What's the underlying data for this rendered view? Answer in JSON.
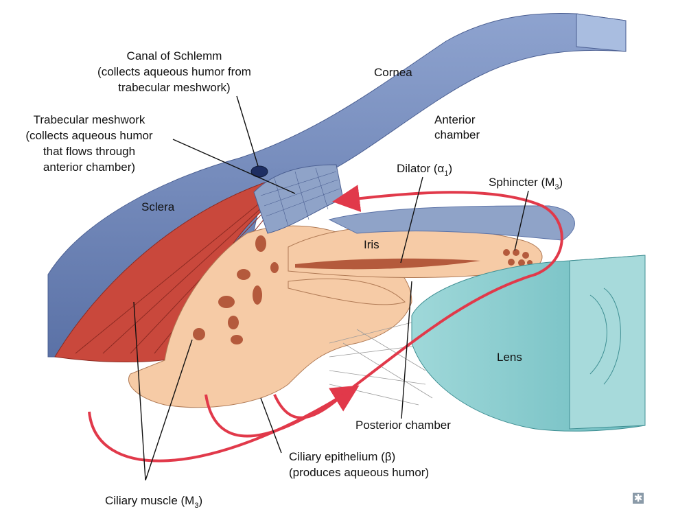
{
  "labels": {
    "canal": [
      "Canal of Schlemm",
      "(collects aqueous humor from",
      "trabecular meshwork)"
    ],
    "trabecular": [
      "Trabecular meshwork",
      "(collects aqueous humor",
      "that flows through",
      "anterior chamber)"
    ],
    "cornea": "Cornea",
    "anterior": [
      "Anterior",
      "chamber"
    ],
    "dilator": {
      "text": "Dilator (α",
      "sub": "1",
      "close": ")"
    },
    "sphincter": {
      "text": "Sphincter (M",
      "sub": "3",
      "close": ")"
    },
    "sclera": "Sclera",
    "iris": "Iris",
    "lens": "Lens",
    "posterior": "Posterior chamber",
    "epithelium": [
      "Ciliary epithelium (β)",
      "(produces aqueous humor)"
    ],
    "ciliary_muscle": {
      "text": "Ciliary muscle (M",
      "sub": "3",
      "close": ")"
    }
  },
  "colors": {
    "cornea": "#6f86b8",
    "sclera": "#6f86b8",
    "muscle": "#c9483c",
    "ciliary_body": "#f6cba6",
    "vessels": "#b45a3c",
    "lens": "#82c9cc",
    "flow_arrow": "#e1394a",
    "meshwork": "#8fa3c8"
  },
  "icons": {
    "corner": "asterisk-icon"
  }
}
